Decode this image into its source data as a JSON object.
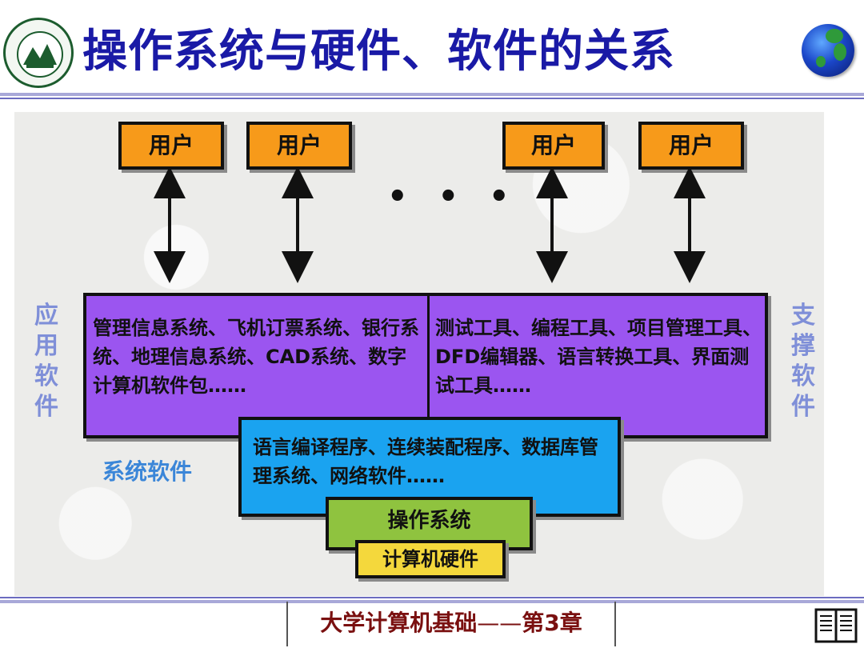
{
  "header": {
    "title": "操作系统与硬件、软件的关系"
  },
  "diagram": {
    "users": [
      "用户",
      "用户",
      "用户",
      "用户"
    ],
    "ellipsis": "• • •",
    "application_text": "管理信息系统、飞机订票系统、银行系统、地理信息系统、CAD系统、数字计算机软件包……",
    "support_text": "测试工具、编程工具、项目管理工具、DFD编辑器、语言转换工具、界面测试工具……",
    "system_text": "语言编译程序、连续装配程序、数据库管理系统、网络软件……",
    "os_label": "操作系统",
    "hardware_label": "计算机硬件",
    "left_side_label": "应用软件",
    "right_side_label": "支撑软件",
    "system_software_label": "系统软件"
  },
  "footer": {
    "course": "大学计算机基础",
    "dash": "——",
    "chapter": "第3章"
  },
  "colors": {
    "title": "#1a1aa6",
    "user_box": "#f79a1a",
    "application_box": "#9b55f0",
    "system_box": "#1aa3f0",
    "os_box": "#8fc33f",
    "hardware_box": "#f4d83c",
    "footer_text": "#7a1010"
  },
  "icons": [
    "university-logo",
    "globe-icon",
    "book-icon"
  ]
}
